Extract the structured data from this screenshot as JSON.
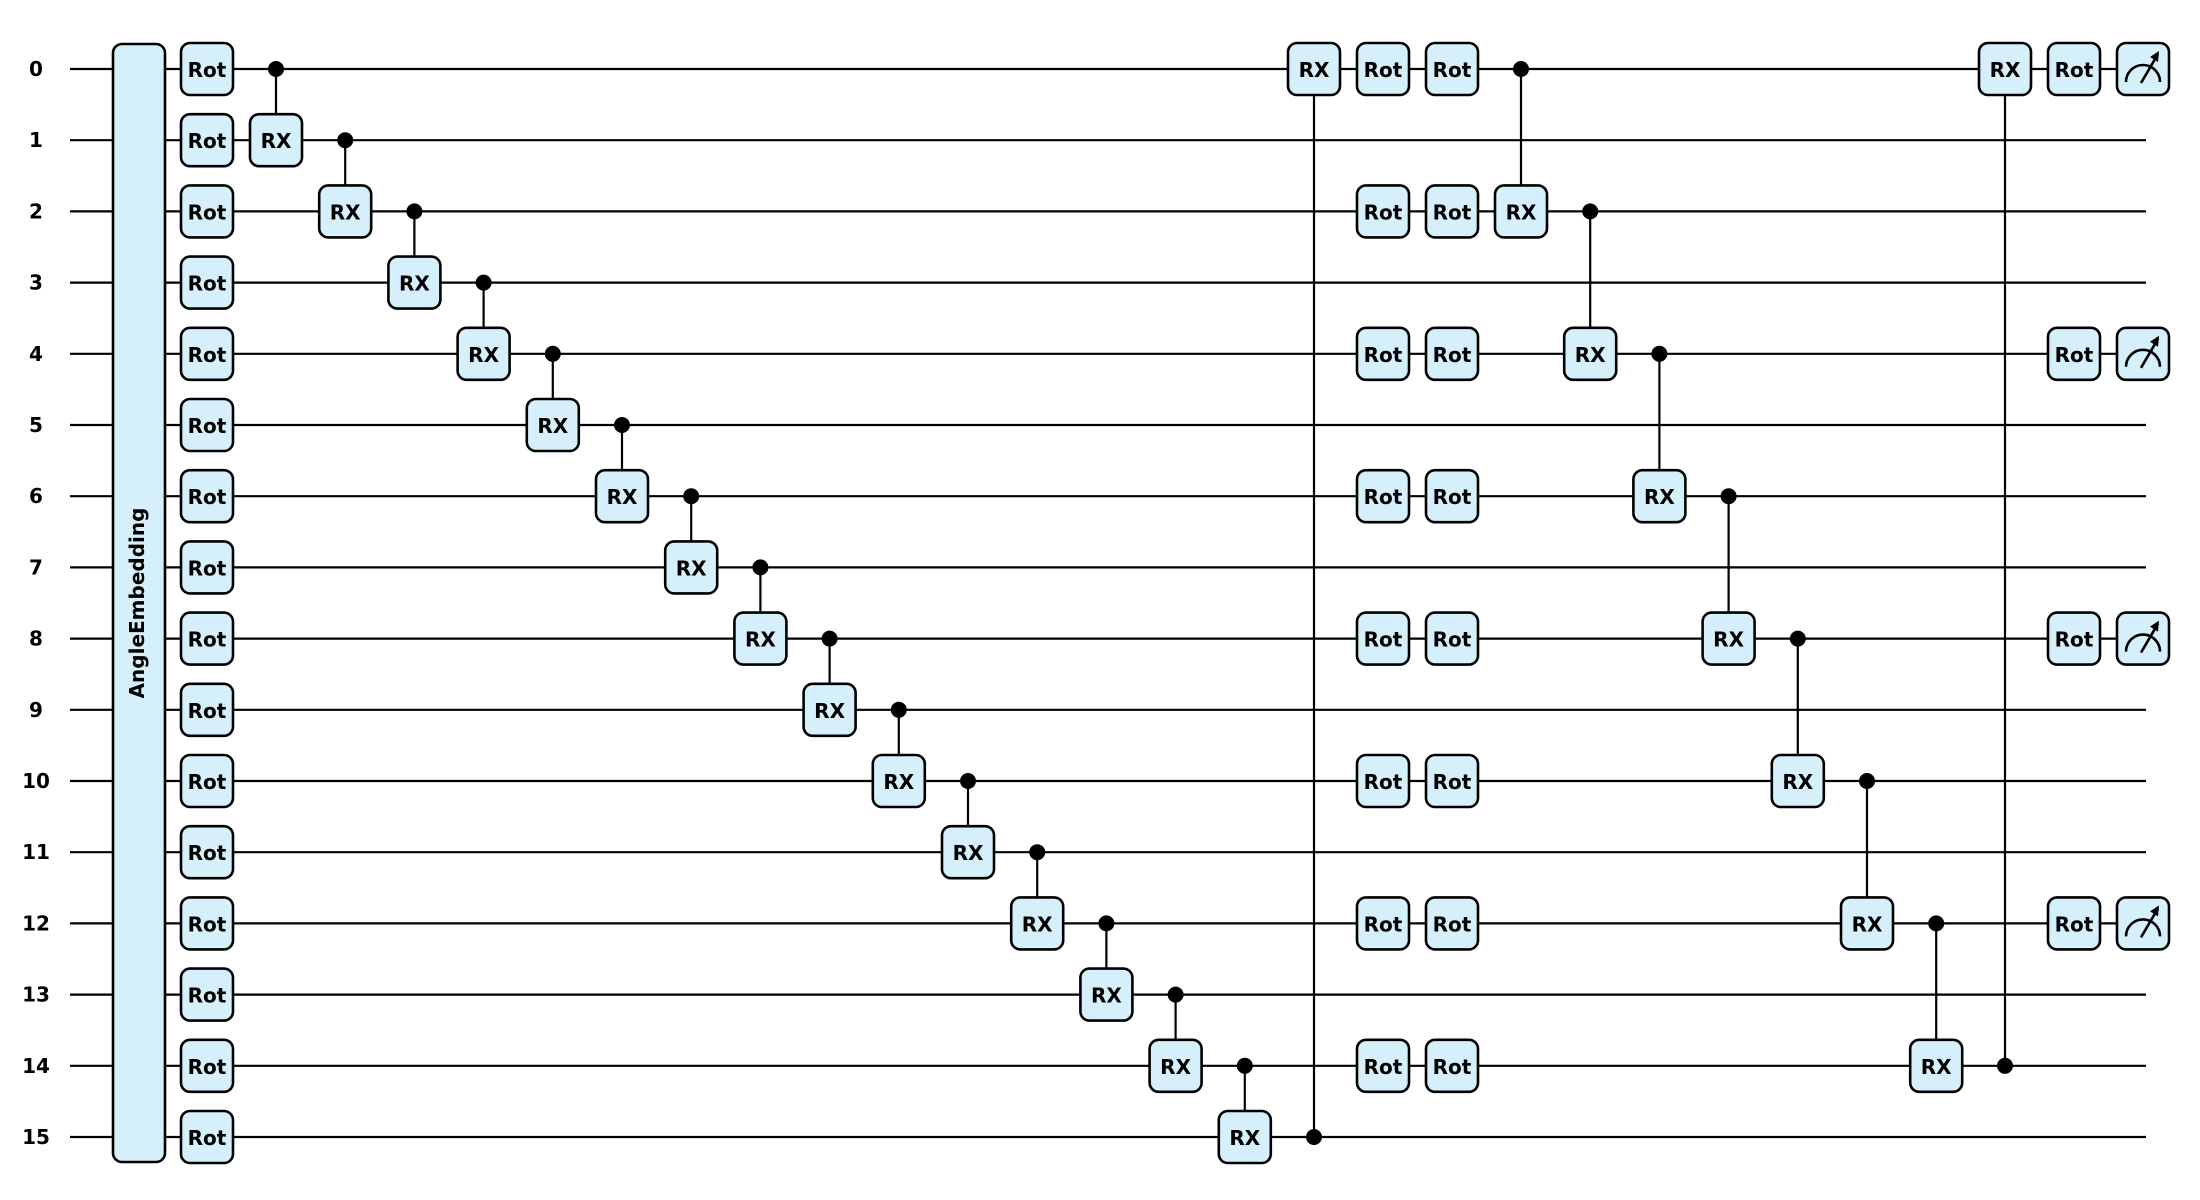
{
  "wire_labels": [
    "0",
    "1",
    "2",
    "3",
    "4",
    "5",
    "6",
    "7",
    "8",
    "9",
    "10",
    "11",
    "12",
    "13",
    "14",
    "15"
  ],
  "embedding": {
    "label": "AngleEmbedding"
  },
  "gate_labels": {
    "rot": "Rot",
    "rx": "RX"
  },
  "colors": {
    "gate_fill": "#d6f0fb",
    "stroke": "#000000"
  },
  "circuit": {
    "layer1_rot_wires": [
      0,
      1,
      2,
      3,
      4,
      5,
      6,
      7,
      8,
      9,
      10,
      11,
      12,
      13,
      14,
      15
    ],
    "layer1_crx": [
      [
        0,
        1
      ],
      [
        1,
        2
      ],
      [
        2,
        3
      ],
      [
        3,
        4
      ],
      [
        4,
        5
      ],
      [
        5,
        6
      ],
      [
        6,
        7
      ],
      [
        7,
        8
      ],
      [
        8,
        9
      ],
      [
        9,
        10
      ],
      [
        10,
        11
      ],
      [
        11,
        12
      ],
      [
        12,
        13
      ],
      [
        13,
        14
      ],
      [
        14,
        15
      ],
      [
        15,
        0
      ]
    ],
    "layer2_rot_wires": [
      0,
      2,
      4,
      6,
      8,
      10,
      12,
      14
    ],
    "layer2_crx": [
      [
        0,
        2
      ],
      [
        2,
        4
      ],
      [
        4,
        6
      ],
      [
        6,
        8
      ],
      [
        8,
        10
      ],
      [
        10,
        12
      ],
      [
        12,
        14
      ],
      [
        14,
        0
      ]
    ],
    "final_rot_wires": [
      0,
      4,
      8,
      12
    ],
    "measured_wires": [
      0,
      4,
      8,
      12
    ],
    "measurement_icon": "meter-icon"
  }
}
